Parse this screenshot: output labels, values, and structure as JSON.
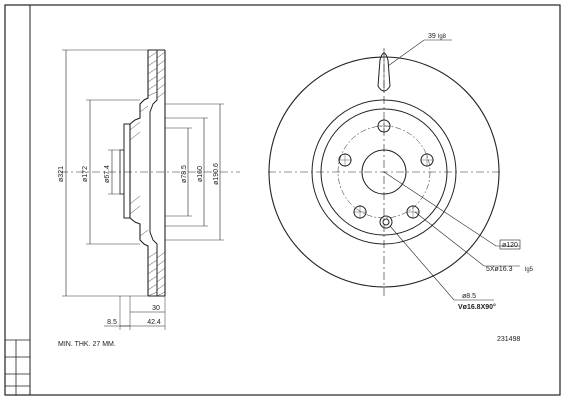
{
  "side_view": {
    "dims": {
      "d321": "ø321",
      "d172": "ø172",
      "d67_4": "ø67.4",
      "d78_5": "ø78.5",
      "d160": "ø160",
      "d190_6": "ø190.6",
      "w30": "30",
      "w8_5": "8.5",
      "w42_4": "42.4"
    }
  },
  "front_view": {
    "slot_angle": "39",
    "slot_angle_unit": "lg8",
    "pcd_label": "ø120",
    "bolts_label": "5Xø16.3",
    "bolts_suffix": "lg5",
    "hole_label": "ø8.5",
    "countersink_label": "Vø16.8X90°"
  },
  "footer": {
    "min_thickness": "MIN. THK. 27 MM.",
    "part_number": "231498"
  }
}
